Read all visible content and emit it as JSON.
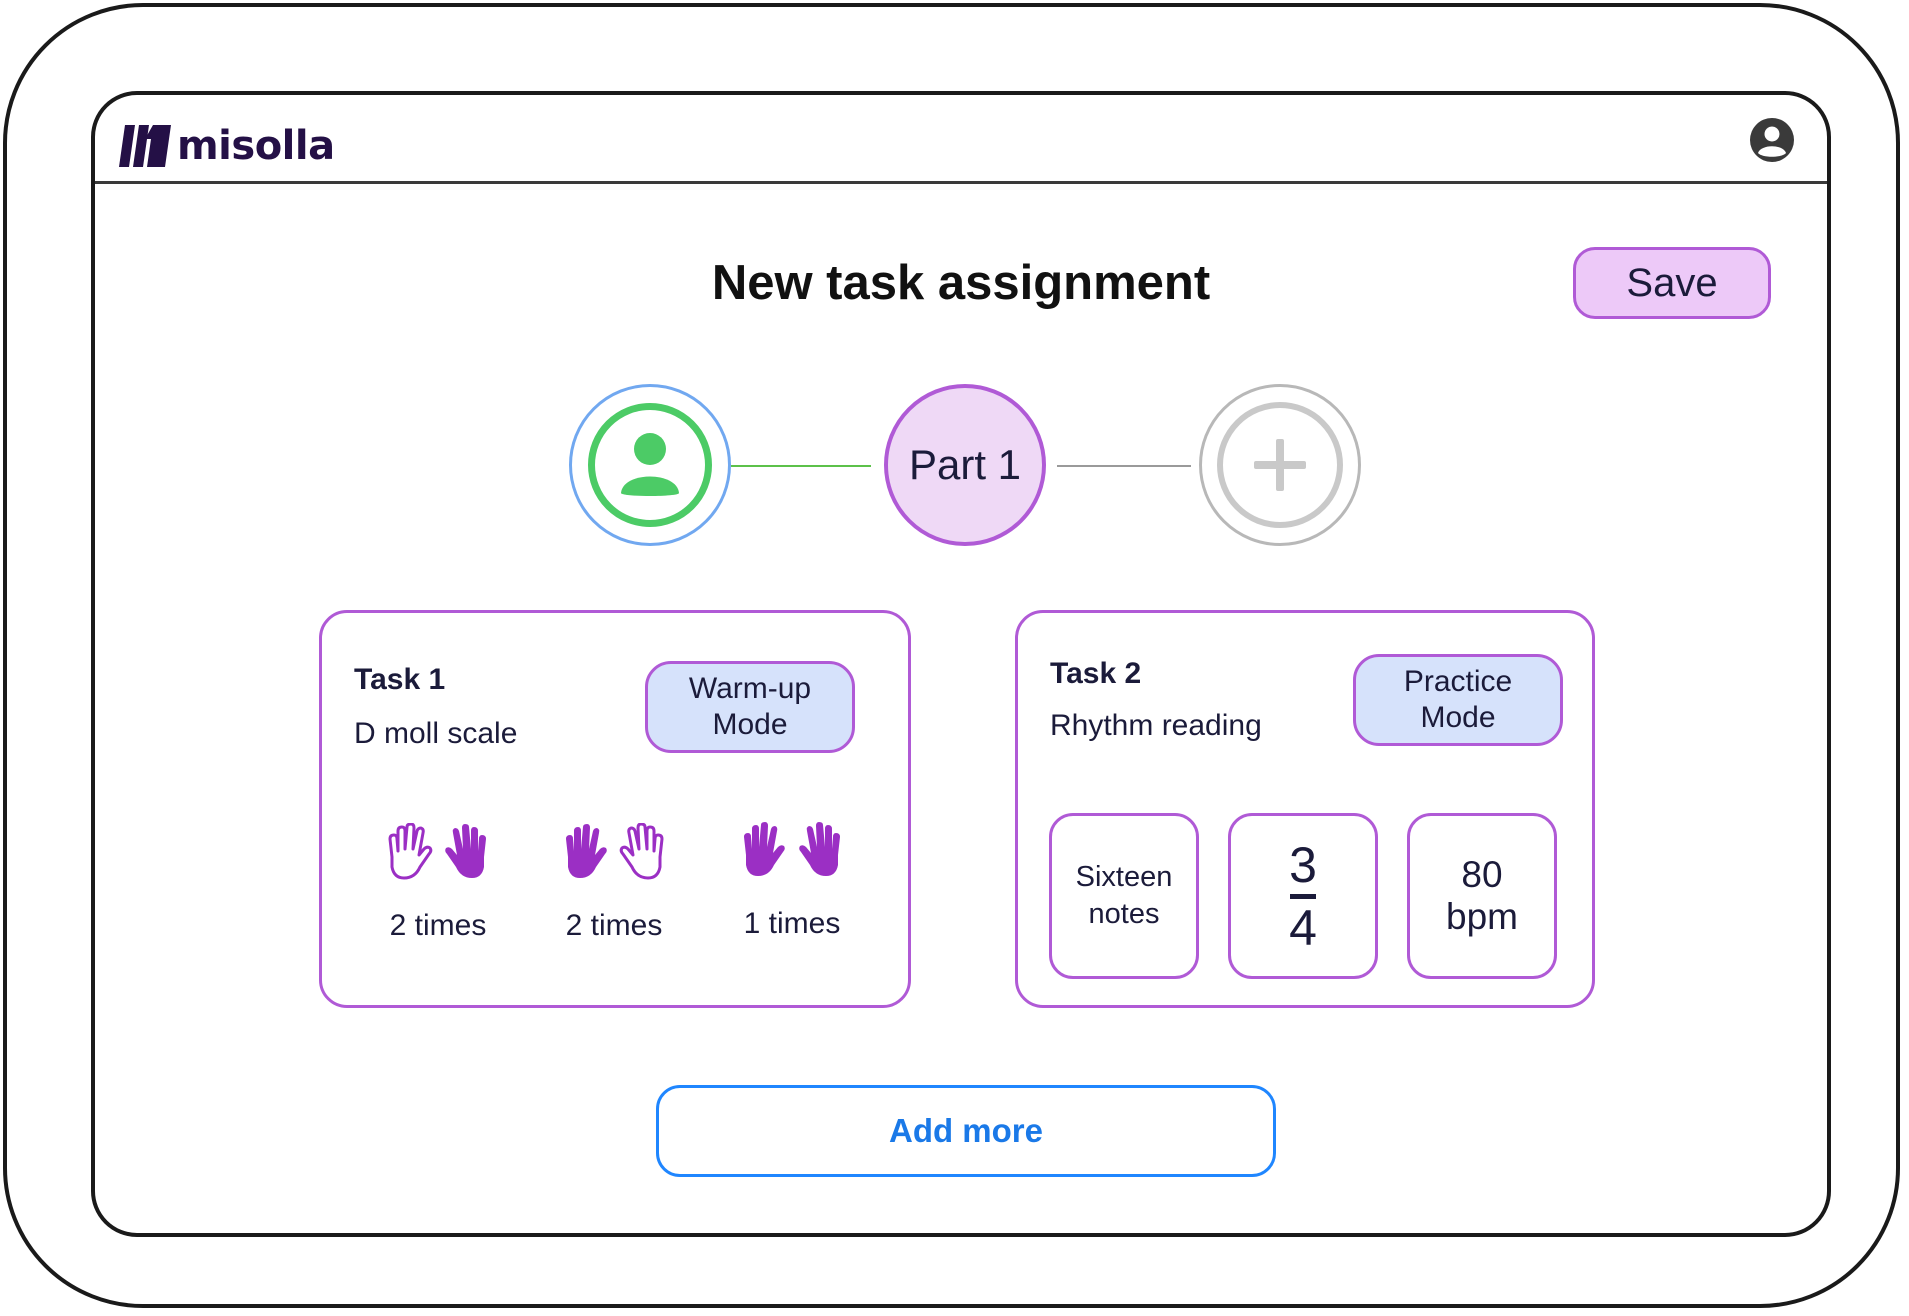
{
  "app": {
    "name": "misolla",
    "logo_icon": "misolla-logo-icon",
    "account_icon": "account-circle-icon"
  },
  "page": {
    "title": "New task assignment",
    "save_label": "Save"
  },
  "stepper": {
    "steps": [
      {
        "icon": "person-icon",
        "state": "completed"
      },
      {
        "label": "Part 1",
        "state": "current"
      },
      {
        "icon": "plus-icon",
        "state": "add"
      }
    ],
    "colors": {
      "completed": "#4ccb66",
      "current": "#b05ad6",
      "add": "#c9c9c9",
      "focus_ring": "#71a8f0"
    }
  },
  "tasks": [
    {
      "title": "Task 1",
      "description": "D moll scale",
      "mode_line1": "Warm-up",
      "mode_line2": "Mode",
      "hand_groups": [
        {
          "left": "outline",
          "right": "filled",
          "times": "2 times"
        },
        {
          "left": "filled",
          "right": "outline",
          "times": "2 times"
        },
        {
          "left": "filled",
          "right": "filled",
          "times": "1 times"
        }
      ]
    },
    {
      "title": "Task 2",
      "description": "Rhythm reading",
      "mode_line1": "Practice",
      "mode_line2": "Mode",
      "note_value_line1": "Sixteen",
      "note_value_line2": "notes",
      "time_signature_top": "3",
      "time_signature_bottom": "4",
      "tempo_value": "80",
      "tempo_unit": "bpm"
    }
  ],
  "add_more_label": "Add more",
  "colors": {
    "accent_purple": "#b05ad6",
    "pill_blue": "#d6e2fb",
    "save_bg": "#edc9f8",
    "link_blue": "#1a79e8",
    "hand_purple": "#9b2fc4"
  }
}
